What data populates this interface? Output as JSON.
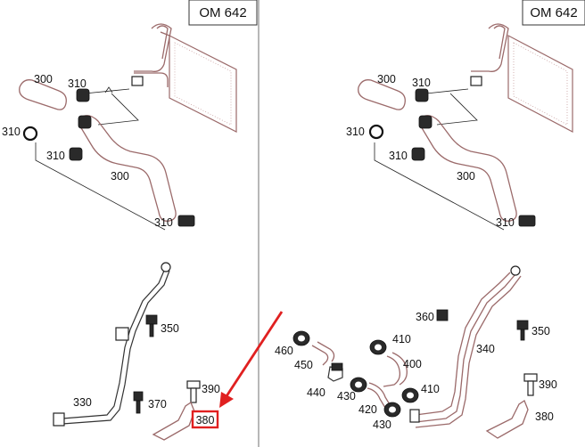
{
  "panels": [
    {
      "engine_label": "OM 642",
      "labels": {
        "p300_top": "300",
        "p310_a": "310",
        "p310_b": "310",
        "p310_c": "310",
        "p300_mid": "300",
        "p310_d": "310",
        "p350": "350",
        "p330": "330",
        "p370": "370",
        "p390": "390",
        "p380": "380"
      },
      "highlighted_label": "380"
    },
    {
      "engine_label": "OM 642",
      "labels": {
        "p300_top": "300",
        "p310_a": "310",
        "p310_b": "310",
        "p310_c": "310",
        "p300_mid": "300",
        "p310_d": "310",
        "p360": "360",
        "p350": "350",
        "p460": "460",
        "p410_a": "410",
        "p340": "340",
        "p450": "450",
        "p400": "400",
        "p440": "440",
        "p430_a": "430",
        "p410_b": "410",
        "p420": "420",
        "p430_b": "430",
        "p390": "390",
        "p380": "380"
      }
    }
  ],
  "colors": {
    "highlight": "#e02020",
    "arrow": "#e02020",
    "pipe": "#9b6a6a"
  }
}
